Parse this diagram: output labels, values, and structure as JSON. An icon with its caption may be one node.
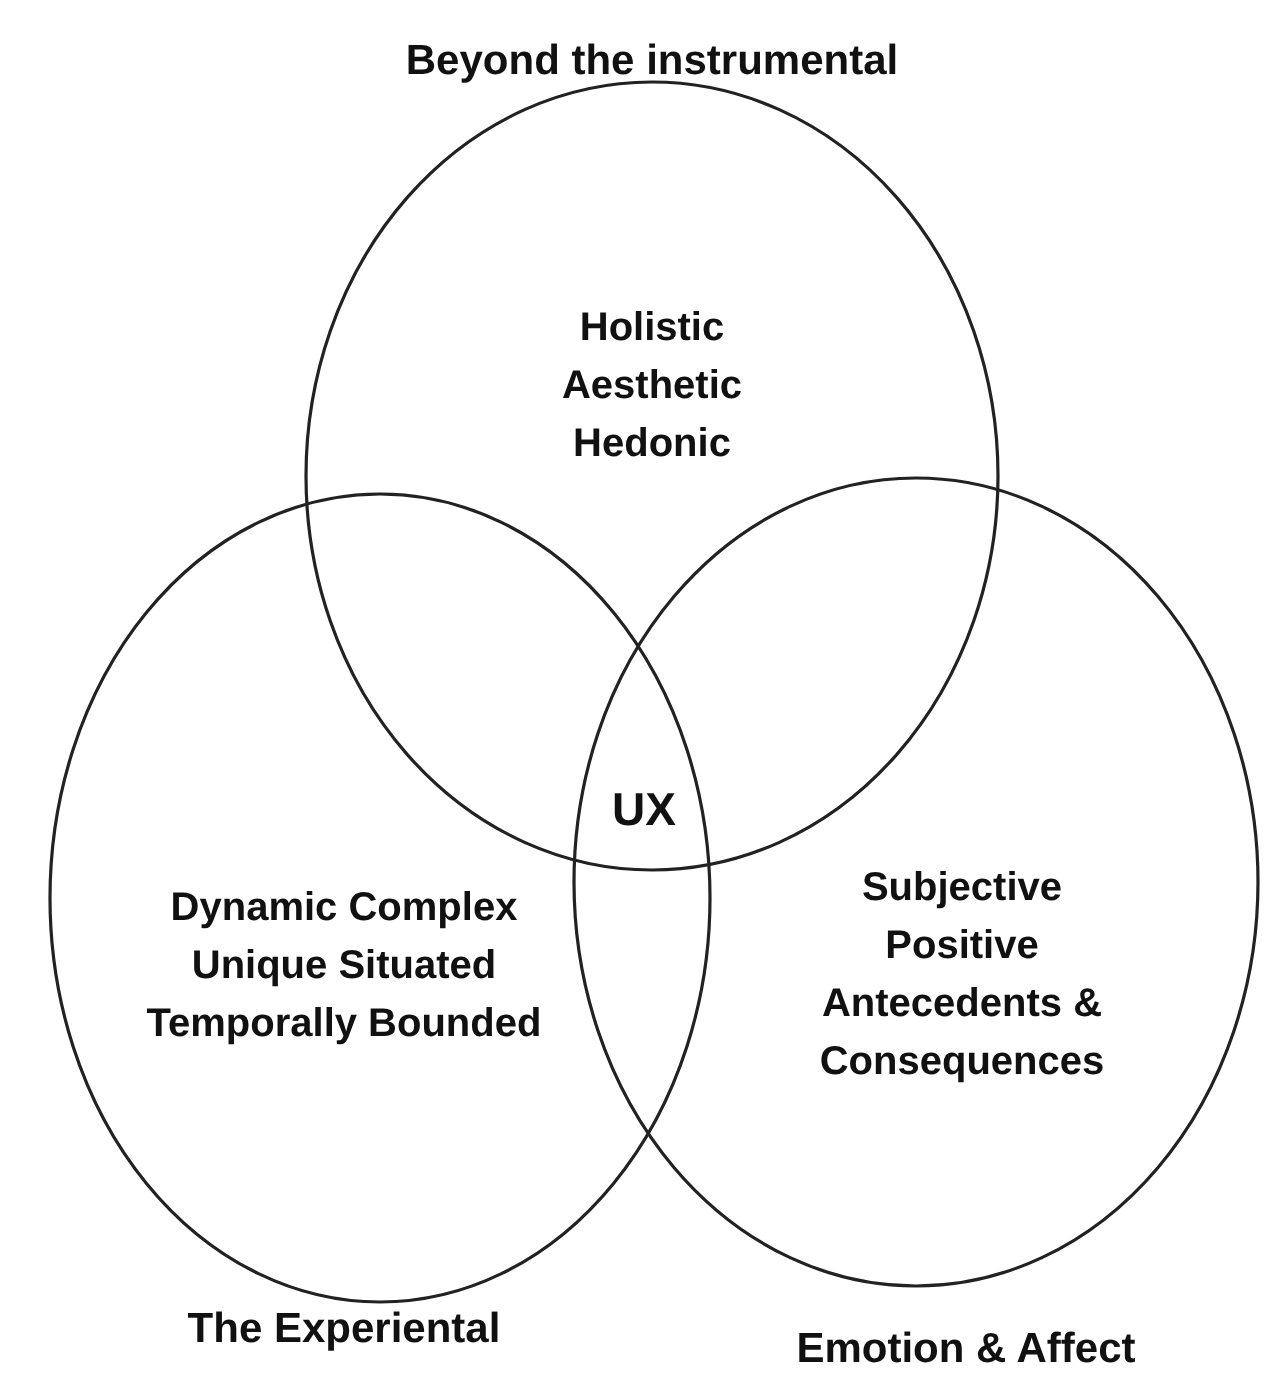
{
  "diagram": {
    "nodes": [
      {
        "text": [
          "Beyond the instrumental",
          "Holistic Aesthetic Hedonic"
        ]
      },
      {
        "text": [
          "Dynamic Complex Unique Situated Temporally Bounded",
          "The Experiental"
        ]
      },
      {
        "text": [
          "Subjective Positive Antecedents & Consequences",
          "Emotion & Affect"
        ]
      }
    ],
    "edges": [],
    "labels": [
      "UX"
    ]
  }
}
